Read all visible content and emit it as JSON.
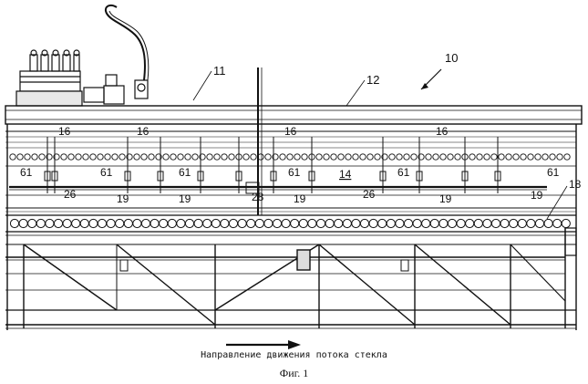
{
  "labels": {
    "n10": "10",
    "n11": "11",
    "n12": "12",
    "n14": "14",
    "n16": "16",
    "n18": "18",
    "n19": "19",
    "n26": "26",
    "n28": "28",
    "n61": "61"
  },
  "caption": {
    "direction": "Направление движения потока стекла",
    "figure": "Фиг. 1"
  }
}
